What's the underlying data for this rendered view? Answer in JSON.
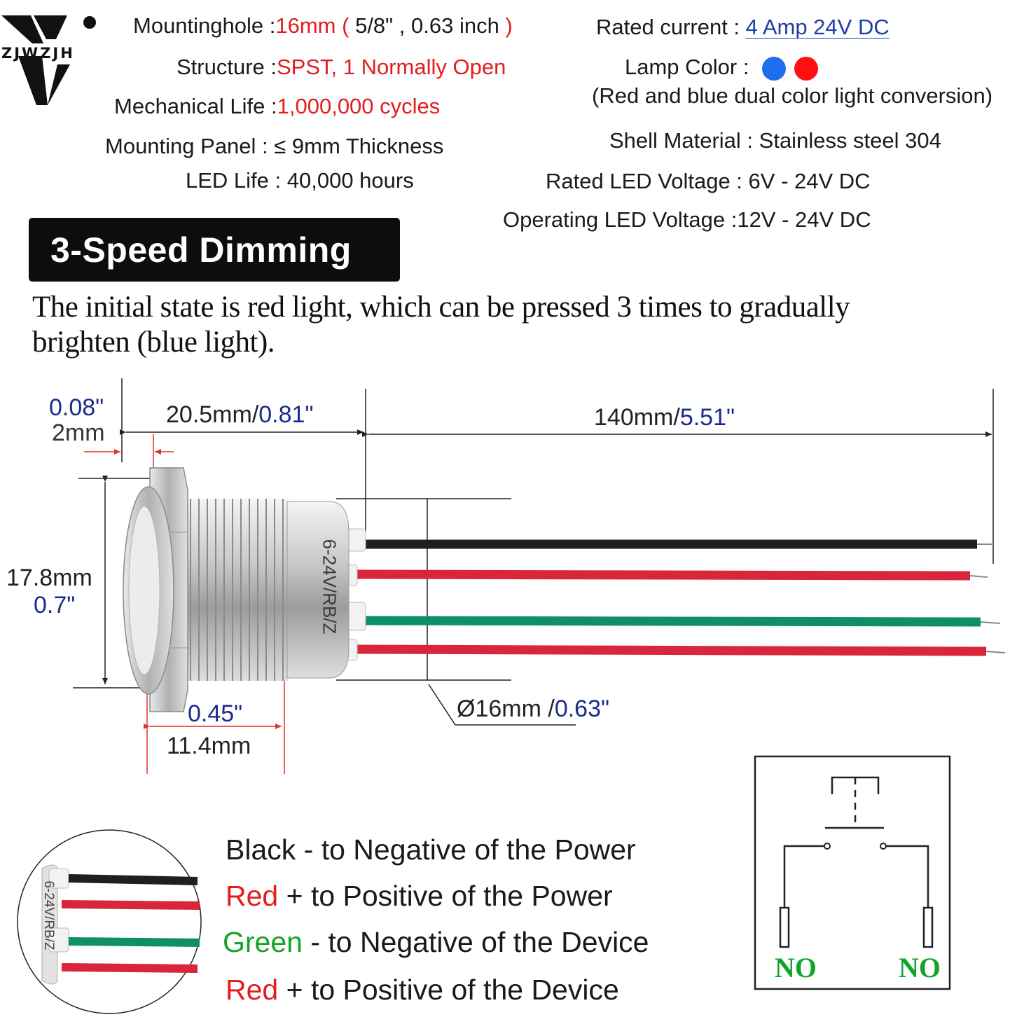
{
  "brand": {
    "logo_text": "ZJWZJH"
  },
  "specs": {
    "mountinghole": {
      "label": "Mountinghole :",
      "value": "16mm",
      "open": "(",
      "detail": " 5/8\" ,  0.63 inch ",
      "close": ")"
    },
    "structure": {
      "label": "Structure :",
      "value": "SPST, 1 Normally Open"
    },
    "mechanical_life": {
      "label": "Mechanical Life :",
      "value": "1,000,000 cycles"
    },
    "mounting_panel": {
      "label": "Mounting Panel :",
      "value": " ≤ 9mm  Thickness"
    },
    "led_life": {
      "label": "LED Life :",
      "value": "40,000 hours"
    },
    "rated_current": {
      "label": "Rated  current :",
      "value": "4 Amp  24V DC"
    },
    "lamp_color": {
      "label": "Lamp Color :",
      "colors": [
        "#1e6ef0",
        "#ff1010"
      ],
      "note": "(Red and blue dual color light conversion)"
    },
    "shell_material": {
      "label": "Shell Material :",
      "value": "Stainless steel 304"
    },
    "rated_led_voltage": {
      "label": "Rated LED  Voltage :",
      "value": "6V - 24V DC"
    },
    "operating_led_voltage": {
      "label": "Operating LED  Voltage :",
      "value": "12V - 24V DC"
    }
  },
  "dimming": {
    "title": "3-Speed Dimming",
    "description": "The initial state is red light, which can be pressed 3 times to gradually brighten (blue light)."
  },
  "dimensions": {
    "bezel_inch": "0.08\"",
    "bezel_mm": "2mm",
    "body_mm": "20.5mm/",
    "body_inch": "0.81\"",
    "wire_mm": "140mm/",
    "wire_inch": "5.51\"",
    "height_mm": "17.8mm",
    "height_inch": "0.7\"",
    "head_inch": "0.45\"",
    "head_mm": "11.4mm",
    "diameter_mm": "Ø16mm /",
    "diameter_inch": "0.63\""
  },
  "body_marking": "6-24V/RB/Z",
  "wires": [
    "#1f1f1f",
    "#d9263a",
    "#0e8f6a",
    "#d9263a"
  ],
  "legend": [
    {
      "color_word": "Black",
      "color": "#1a1a1a",
      "text": " - to Negative of the Power"
    },
    {
      "color_word": "Red",
      "color": "#e31d1d",
      "text": " + to Positive of the Power"
    },
    {
      "color_word": "Green",
      "color": "#13a42a",
      "text": " - to Negative of the Device"
    },
    {
      "color_word": "Red",
      "color": "#e31d1d",
      "text": " + to Positive of the Device"
    }
  ],
  "schematic": {
    "left_label": "NO",
    "right_label": "NO"
  }
}
